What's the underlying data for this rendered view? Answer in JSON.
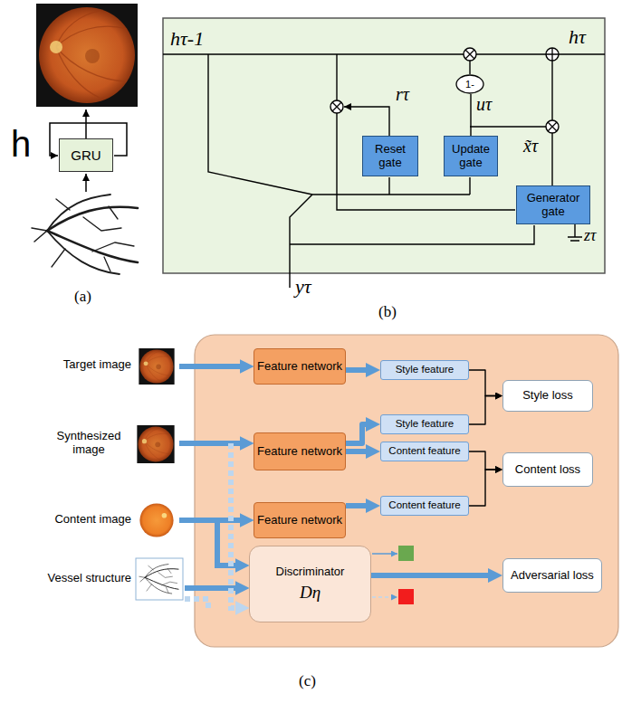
{
  "diagram": {
    "nodes": [
      {
        "text": [
          "GRU"
        ]
      },
      {
        "text": [
          "Reset gate"
        ]
      },
      {
        "text": [
          "Update gate"
        ]
      },
      {
        "text": [
          "Generator gate"
        ]
      },
      {
        "text": [
          "1-"
        ]
      },
      {
        "text": [
          "Feature network"
        ]
      },
      {
        "text": [
          "Feature network"
        ]
      },
      {
        "text": [
          "Feature network"
        ]
      },
      {
        "text": [
          "Style feature"
        ]
      },
      {
        "text": [
          "Style feature"
        ]
      },
      {
        "text": [
          "Content feature"
        ]
      },
      {
        "text": [
          "Content feature"
        ]
      },
      {
        "text": [
          "Style loss"
        ]
      },
      {
        "text": [
          "Content loss"
        ]
      },
      {
        "text": [
          "Discriminator",
          "Dη"
        ]
      },
      {
        "text": [
          "Adversarial loss"
        ]
      }
    ],
    "edges": [
      {
        "from": 2,
        "to": 4,
        "arrow": "none"
      },
      {
        "from": 5,
        "to": 8,
        "arrow": "to"
      },
      {
        "from": 6,
        "to": 9,
        "arrow": "to"
      },
      {
        "from": 6,
        "to": 10,
        "arrow": "to"
      },
      {
        "from": 7,
        "to": 11,
        "arrow": "to"
      },
      {
        "from": 8,
        "to": 12,
        "arrow": "to"
      },
      {
        "from": 9,
        "to": 12,
        "arrow": "to"
      },
      {
        "from": 10,
        "to": 13,
        "arrow": "to"
      },
      {
        "from": 11,
        "to": 13,
        "arrow": "to"
      },
      {
        "from": 14,
        "to": 15,
        "arrow": "to"
      }
    ],
    "labels": [
      "h",
      "(a)",
      "hτ-1",
      "hτ",
      "rτ",
      "uτ",
      "x̃τ",
      "zτ",
      "yτ",
      "(b)",
      "Target image",
      "Synthesized image",
      "Content image",
      "Vessel structure",
      "(c)"
    ]
  }
}
